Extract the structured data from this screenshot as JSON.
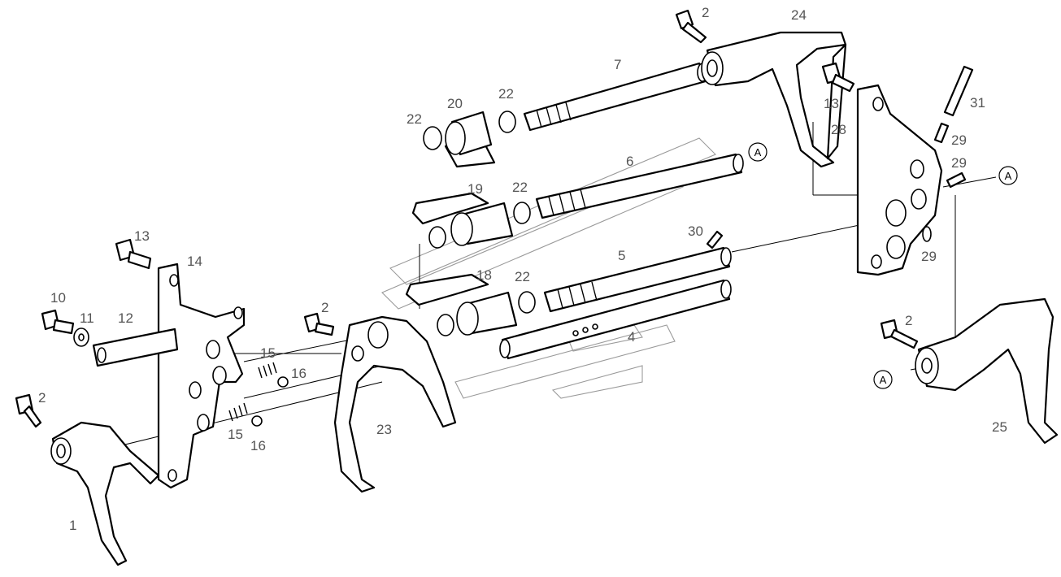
{
  "callouts": {
    "c1": "1",
    "c2a": "2",
    "c2b": "2",
    "c2c": "2",
    "c2d": "2",
    "c4": "4",
    "c5": "5",
    "c6": "6",
    "c7": "7",
    "c10": "10",
    "c11": "11",
    "c12": "12",
    "c13a": "13",
    "c13b": "13",
    "c14": "14",
    "c15a": "15",
    "c15b": "15",
    "c16a": "16",
    "c16b": "16",
    "c18": "18",
    "c19": "19",
    "c20": "20",
    "c22a": "22",
    "c22b": "22",
    "c22c": "22",
    "c22d": "22",
    "c23": "23",
    "c24": "24",
    "c25": "25",
    "c28": "28",
    "c29a": "29",
    "c29b": "29",
    "c29c": "29",
    "c30": "30",
    "c31": "31"
  },
  "references": {
    "refA1": "A",
    "refA2": "A",
    "refA3": "A"
  }
}
